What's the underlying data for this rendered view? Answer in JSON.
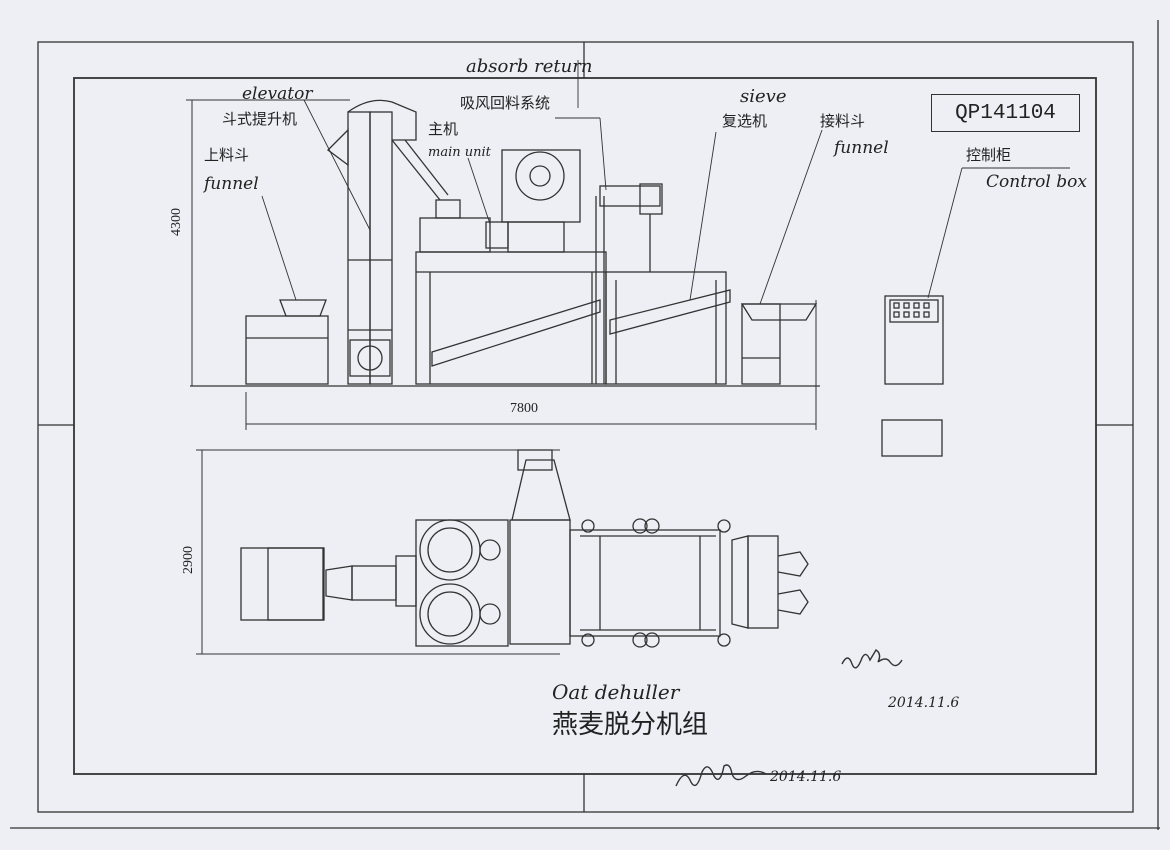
{
  "drawing_number": "QP141104",
  "labels": {
    "absorb_return_en": "absorb return",
    "absorb_return_cn": "吸风回料系统",
    "elevator_en": "elevator",
    "elevator_cn": "斗式提升机",
    "funnel_left_cn": "上料斗",
    "funnel_left_en": "funnel",
    "main_unit_cn": "主机",
    "main_unit_en": "main unit",
    "sieve_en": "sieve",
    "sieve_cn": "复选机",
    "funnel_right_cn": "接料斗",
    "funnel_right_en": "funnel",
    "control_box_cn": "控制柜",
    "control_box_en": "Control box"
  },
  "dimensions": {
    "height": "4300",
    "length": "7800",
    "width": "2900"
  },
  "title": {
    "en": "Oat dehuller",
    "cn": "燕麦脱分机组"
  },
  "signatures": {
    "reviewer_date": "2014.11.6",
    "signer_date": "2014.11.6"
  },
  "colors": {
    "line": "#333333",
    "paper": "#edeff5"
  }
}
